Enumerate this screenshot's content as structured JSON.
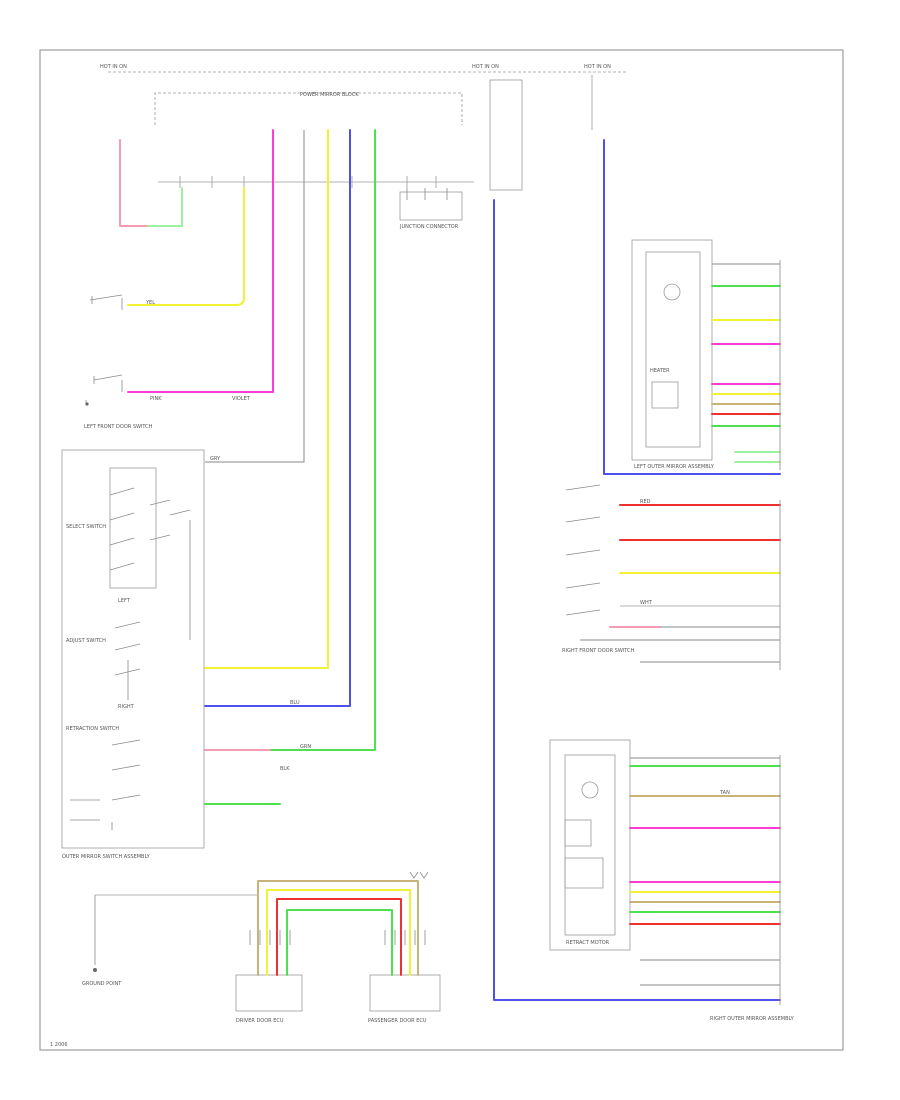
{
  "labels": {
    "page_number": "1 2006",
    "main_fuse": "HOT IN ON",
    "mirror_outer_left": "HOT IN ON",
    "mirror_outer_right": "HOT IN ON",
    "left_mirror_assembly": "LEFT OUTER MIRROR ASSEMBLY",
    "right_mirror_assembly": "RIGHT OUTER MIRROR ASSEMBLY",
    "mirror_switch_assembly": "OUTER MIRROR SWITCH ASSEMBLY",
    "left_front_door_switch": "LEFT FRONT DOOR SWITCH",
    "right_front_door_switch": "RIGHT FRONT DOOR SWITCH",
    "driver_door_ecu": "DRIVER DOOR ECU",
    "passenger_door_ecu": "PASSENGER DOOR ECU",
    "junction_connector": "JUNCTION CONNECTOR",
    "ground_point": "GROUND POINT",
    "power_mirror_block": "POWER MIRROR BLOCK",
    "select_switch": "SELECT SWITCH",
    "adjust_switch": "ADJUST SWITCH",
    "retraction_switch": "RETRACTION SWITCH",
    "heater": "HEATER",
    "retract_motor": "RETRACT MOTOR",
    "left": "LEFT",
    "right": "RIGHT",
    "wire_pink": "PINK",
    "wire_yellow": "YEL",
    "wire_violet": "VIOLET",
    "wire_blue": "BLU",
    "wire_green": "GRN",
    "wire_red": "RED",
    "wire_tan": "TAN",
    "wire_grey": "GRY",
    "wire_white": "WHT",
    "wire_black": "BLK"
  },
  "colors": {
    "pink": "#ff3bd4",
    "yellow": "#f2f232",
    "light_pink": "#f79bb5",
    "green": "#4ee04e",
    "light_green": "#9ff09f",
    "blue": "#5050ee",
    "red": "#ee3030",
    "tan": "#c8b27a",
    "grey": "#8a8a8a",
    "frame": "#8a8a8a"
  }
}
